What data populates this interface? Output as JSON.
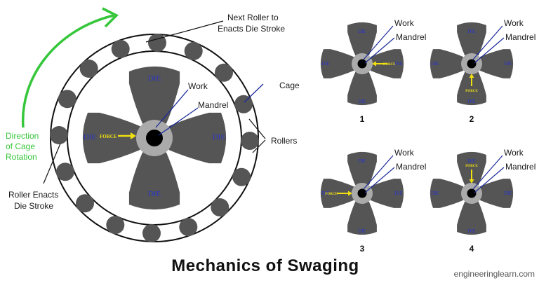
{
  "title": "Mechanics of Swaging",
  "watermark": "engineeringlearn.com",
  "main": {
    "labels": {
      "next_roller_line1": "Next Roller to",
      "next_roller_line2": "Enacts Die Stroke",
      "cage": "Cage",
      "rollers": "Rollers",
      "work": "Work",
      "mandrel": "Mandrel",
      "direction_line1": "Direction",
      "direction_line2": "of Cage",
      "direction_line3": "Rotation",
      "roller_enacts_line1": "Roller Enacts",
      "roller_enacts_line2": "Die Stroke"
    },
    "die_label": "DIE",
    "force_label": "FORCE"
  },
  "steps": [
    {
      "number": "1",
      "work": "Work",
      "mandrel": "Mandrel",
      "die_label": "DIE",
      "force_label": "FORCE"
    },
    {
      "number": "2",
      "work": "Work",
      "mandrel": "Mandrel",
      "die_label": "DIE",
      "force_label": "FORCE"
    },
    {
      "number": "3",
      "work": "Work",
      "mandrel": "Mandrel",
      "die_label": "DIE",
      "force_label": "FORCE"
    },
    {
      "number": "4",
      "work": "Work",
      "mandrel": "Mandrel",
      "die_label": "DIE",
      "force_label": "FORCE"
    }
  ],
  "colors": {
    "die": "#555555",
    "work": "#aaaaaa",
    "mandrel": "#000000",
    "label_text": "#2a35c8",
    "force": "#f0e010",
    "rotation_arrow": "#35c63a",
    "leader": "#1a2a9a"
  }
}
